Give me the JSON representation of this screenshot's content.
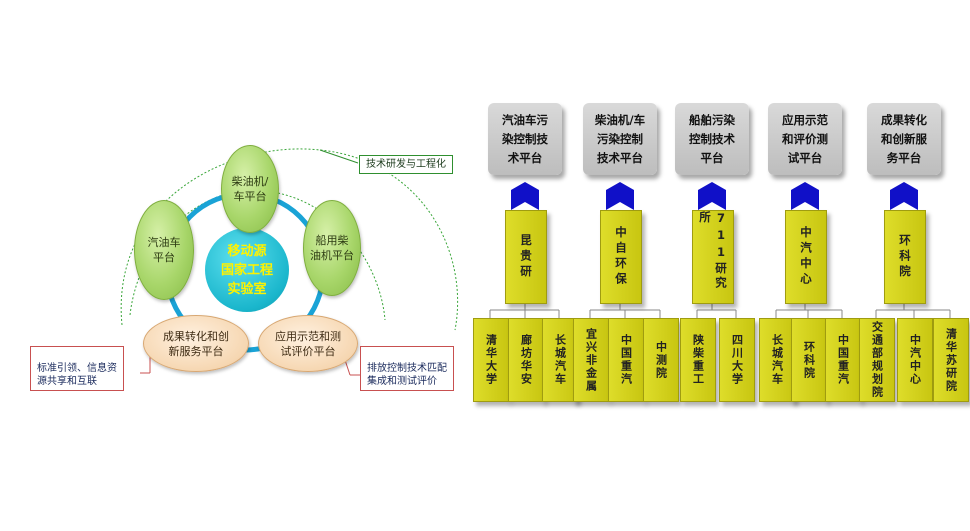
{
  "left": {
    "center_label": "移动源\n国家工程\n实验室",
    "ellipses": [
      {
        "label": "汽油车\n平台"
      },
      {
        "label": "柴油机/\n车平台"
      },
      {
        "label": "船用柴\n油机平台"
      }
    ],
    "bottom_ellipses": [
      {
        "label": "成果转化和创\n新服务平台"
      },
      {
        "label": "应用示范和测\n试评价平台"
      }
    ],
    "callouts": {
      "tech": "技术研发与工程化",
      "standard": "标准引领、信息资\n源共享和互联",
      "emission": "排放控制技术匹配\n集成和测试评价"
    },
    "colors": {
      "ring": "#1aa3d6",
      "arc": "#2aa52a",
      "center_text": "#fff200"
    }
  },
  "right": {
    "platforms": [
      {
        "title": "汽油车污\n染控制技\n术平台",
        "middle": "昆贵研",
        "leaves": [
          "清华大学",
          "廊坊华安",
          "长城汽车"
        ]
      },
      {
        "title": "柴油机/车\n污染控制\n技术平台",
        "middle": "中自环保",
        "leaves": [
          "宜兴非金属",
          "中国重汽",
          "中测院"
        ]
      },
      {
        "title": "船舶污染\n控制技术\n平台",
        "middle": "711研究所",
        "leaves": [
          "陕柴重工",
          "四川大学"
        ]
      },
      {
        "title": "应用示范\n和评价测\n试平台",
        "middle": "中汽中心",
        "leaves": [
          "长城汽车",
          "环科院",
          "中国重汽"
        ]
      },
      {
        "title": "成果转化\n和创新服\n务平台",
        "middle": "环科院",
        "leaves": [
          "交通部规划院",
          "中汽中心",
          "清华苏研院"
        ]
      }
    ],
    "colors": {
      "top": "#c8c8c8",
      "middle": "#d4d21c",
      "arrow": "#1010c8",
      "line": "#8a8a8a"
    }
  }
}
